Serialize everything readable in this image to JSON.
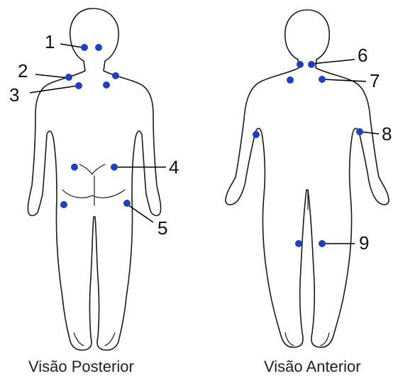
{
  "views": {
    "posterior": {
      "caption": "Visão Posterior"
    },
    "anterior": {
      "caption": "Visão Anterior"
    }
  },
  "tender_point_color": "#1f3fbf",
  "labels": [
    "1",
    "2",
    "3",
    "4",
    "5",
    "6",
    "7",
    "8",
    "9"
  ]
}
